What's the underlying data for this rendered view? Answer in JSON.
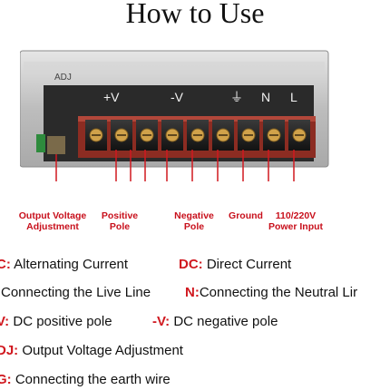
{
  "title": "How to Use",
  "terminal_marks": [
    "+V",
    "-V",
    "⏚",
    "N",
    "L"
  ],
  "device_mark": "ADJ",
  "callouts": {
    "adjust": [
      "Output Voltage",
      "Adjustment"
    ],
    "positive": [
      "Positive",
      "Pole"
    ],
    "negative": [
      "Negative",
      "Pole"
    ],
    "ground": "Ground",
    "power": [
      "110/220V",
      "Power Input"
    ]
  },
  "legend": [
    {
      "key": "C:",
      "text": "Alternating Current"
    },
    {
      "key": "DC:",
      "text": "Direct Current"
    },
    {
      "key": ":",
      "text": "Connecting the Live Line"
    },
    {
      "key": "N:",
      "text": "Connecting the Neutral Lir"
    },
    {
      "key": "V:",
      "text": "DC positive pole"
    },
    {
      "key": "-V:",
      "text": "DC negative pole"
    },
    {
      "key": "DJ:",
      "text": "Output Voltage Adjustment"
    },
    {
      "key": "G:",
      "text": "Connecting the earth wire"
    }
  ],
  "colors": {
    "accent": "#d0181f",
    "metal": "#c9c9c9"
  }
}
